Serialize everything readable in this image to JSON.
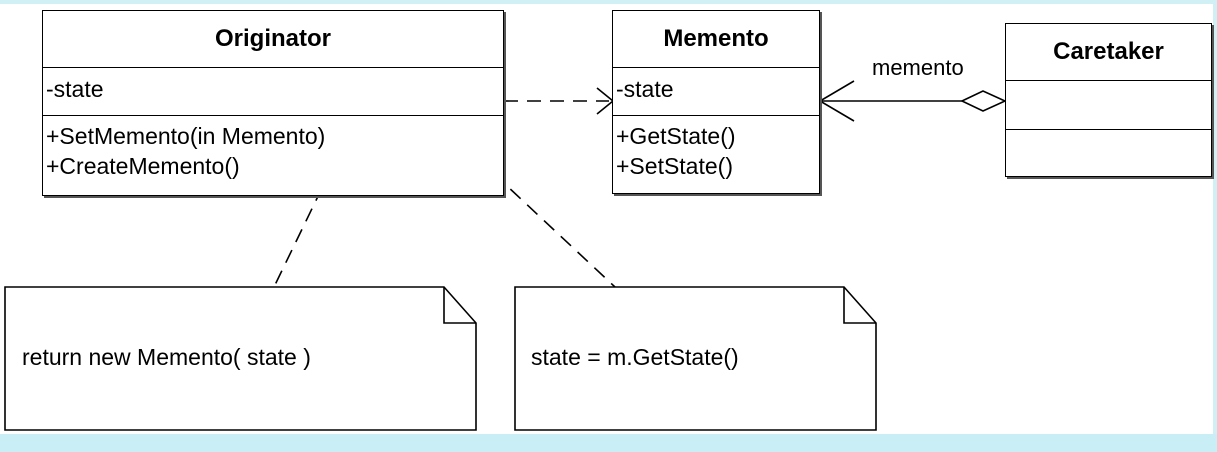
{
  "classes": {
    "originator": {
      "name": "Originator",
      "attributes": [
        "-state"
      ],
      "operations": [
        "+SetMemento(in Memento)",
        "+CreateMemento()"
      ]
    },
    "memento": {
      "name": "Memento",
      "attributes": [
        "-state"
      ],
      "operations": [
        "+GetState()",
        "+SetState()"
      ]
    },
    "caretaker": {
      "name": "Caretaker",
      "attributes": [],
      "operations": []
    }
  },
  "association": {
    "label": "memento"
  },
  "notes": {
    "create": "return new Memento( state )",
    "set": "state = m.GetState()"
  },
  "colors": {
    "band": "#c9eef5",
    "line": "#000000"
  }
}
